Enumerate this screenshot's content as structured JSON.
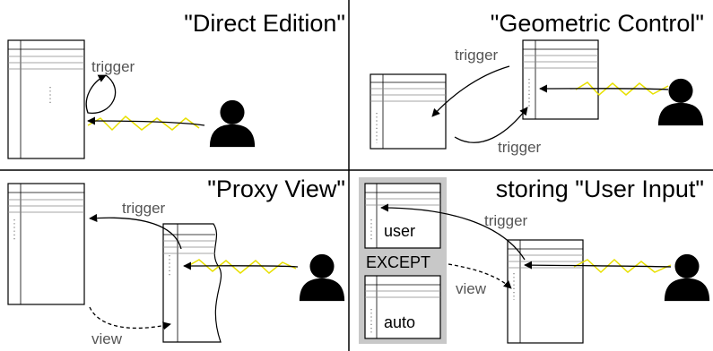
{
  "panels": {
    "direct_edition": {
      "title": "\"Direct Edition\"",
      "trigger": "trigger"
    },
    "geometric_control": {
      "title": "\"Geometric Control\"",
      "trigger_top": "trigger",
      "trigger_bottom": "trigger"
    },
    "proxy_view": {
      "title": "\"Proxy View\"",
      "trigger": "trigger",
      "view": "view"
    },
    "storing_user_input": {
      "title": "storing \"User Input\"",
      "trigger": "trigger",
      "view": "view",
      "user_label": "user",
      "except_label": "EXCEPT",
      "auto_label": "auto"
    }
  },
  "colors": {
    "gesture_line": "#e8e000",
    "store_panel_bg": "#c8c8c8",
    "ink": "#000000"
  },
  "icons": [
    "user-silhouette-icon",
    "window-icon",
    "gesture-zigzag-icon",
    "arrow-icon"
  ]
}
